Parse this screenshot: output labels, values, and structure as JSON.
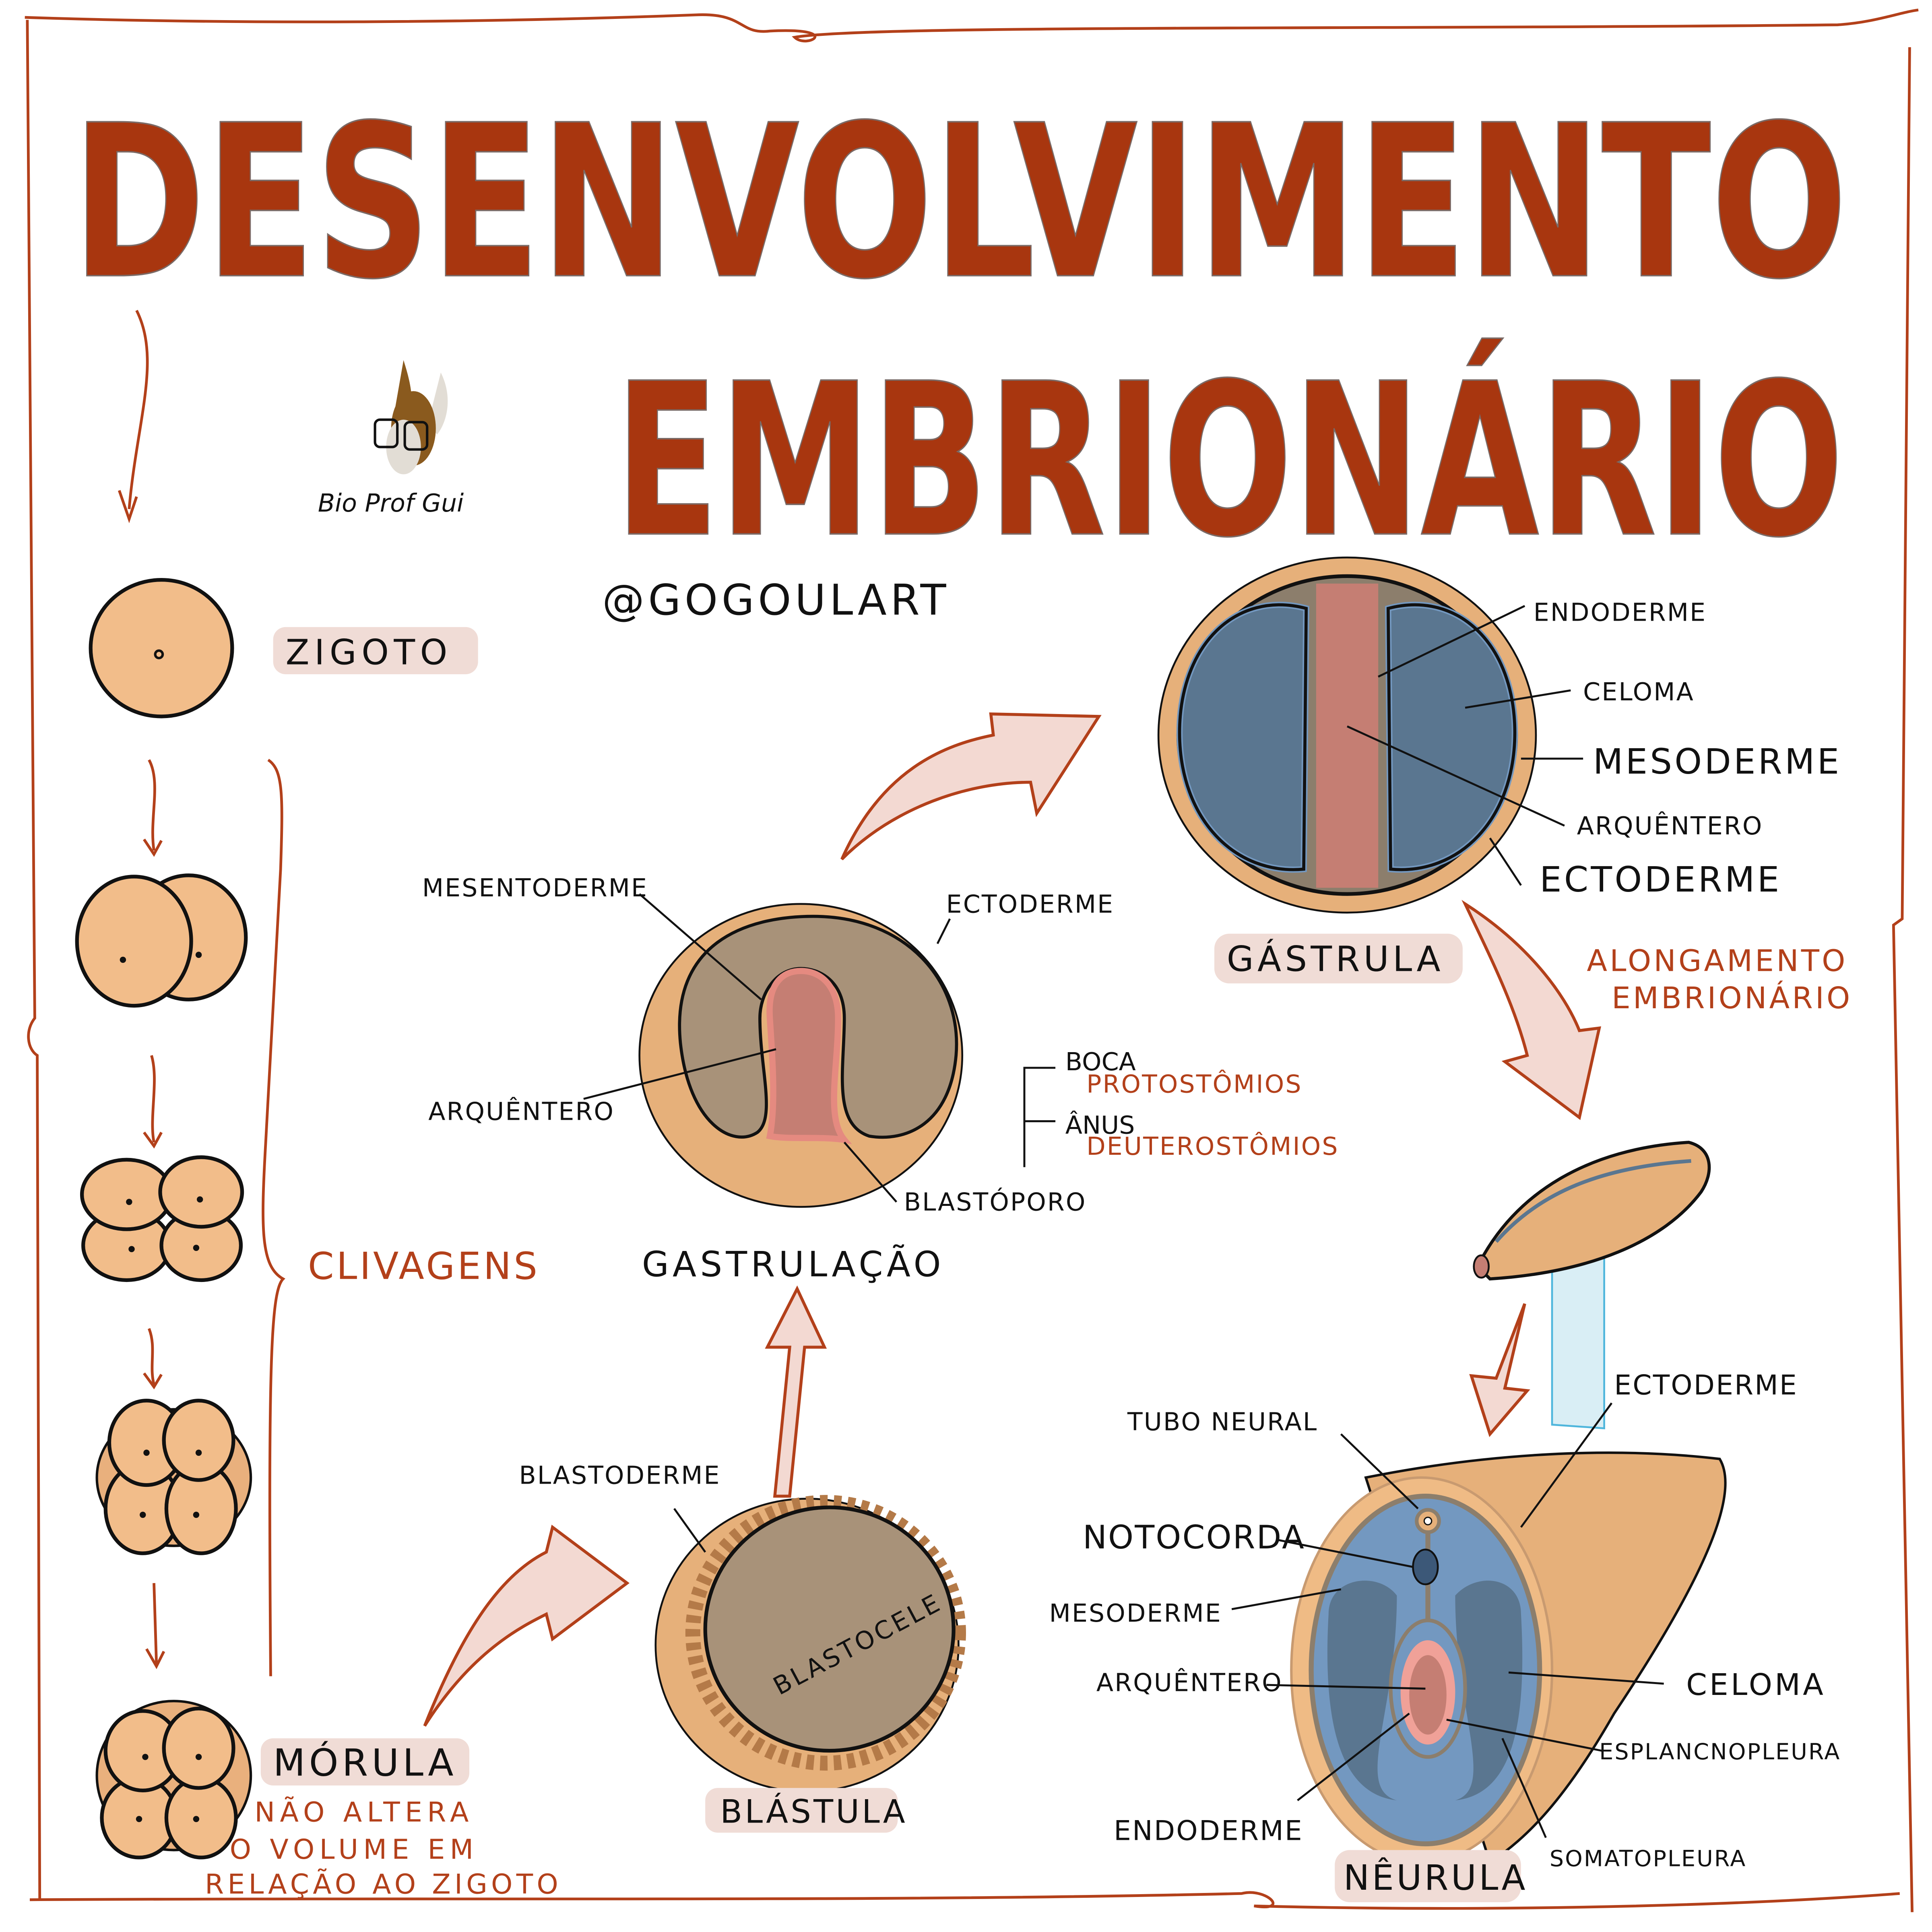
{
  "title": {
    "line1": "DESENVOLVIMENTO",
    "line2": "EMBRIONÁRIO"
  },
  "branding": {
    "logo_text": "Bio Prof Gui",
    "handle": "@GOGOULART"
  },
  "colors": {
    "title": "#a8360f",
    "border": "#b3401a",
    "cell": "#f2bd8a",
    "outer_layer": "#e6b07a",
    "blastocele": "#a89279",
    "archenteron": "#c57e73",
    "coelom": "#5a7690",
    "mesoderm_light": "#7398c0",
    "highlight": "#f0dcd6",
    "arrow_fill": "#f3d9d2"
  },
  "cleavage": {
    "zigoto": "ZIGOTO",
    "clivagens": "CLIVAGENS",
    "morula": "MÓRULA",
    "morula_note": [
      "NÃO ALTERA",
      "O VOLUME EM",
      "RELAÇÃO AO ZIGOTO"
    ]
  },
  "blastula": {
    "title": "BLÁSTULA",
    "blastoderme": "BLASTODERME",
    "blastocele": "BLASTOCELE"
  },
  "gastrulacao": {
    "title": "GASTRULAÇÃO",
    "mesentoderme": "MESENTODERME",
    "ectoderme": "ECTODERME",
    "arquentero": "ARQUÊNTERO",
    "blastoporo": "BLASTÓPORO",
    "boca": "BOCA",
    "protostomios": "PROTOSTÔMIOS",
    "anus": "ÂNUS",
    "deuterostomios": "DEUTEROSTÔMIOS"
  },
  "gastrula": {
    "title": "GÁSTRULA",
    "endoderme": "ENDODERME",
    "celoma": "CELOMA",
    "mesoderme": "MESODERME",
    "arquentero": "ARQUÊNTERO",
    "ectoderme": "ECTODERME"
  },
  "alongamento": {
    "line1": "ALONGAMENTO",
    "line2": "EMBRIONÁRIO"
  },
  "neurula": {
    "title": "NÊURULA",
    "ectoderme": "ECTODERME",
    "tubo_neural": "TUBO NEURAL",
    "notocorda": "NOTOCORDA",
    "mesoderme": "MESODERME",
    "arquentero": "ARQUÊNTERO",
    "celoma": "CELOMA",
    "esplancnopleura": "ESPLANCNOPLEURA",
    "endoderme": "ENDODERME",
    "somatopleura": "SOMATOPLEURA"
  }
}
